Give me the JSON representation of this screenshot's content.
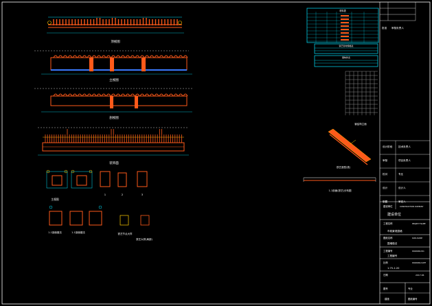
{
  "drawing": {
    "elevations": [
      {
        "caption": "顶视图"
      },
      {
        "caption": "立视图"
      },
      {
        "caption": "剖视图"
      },
      {
        "caption": "装饰面"
      }
    ],
    "details": {
      "row1_captions": [
        "主视图",
        "1",
        "2",
        "3"
      ],
      "row2_captions": [
        "1-1剖面做法",
        "1-1剖面做法",
        "铁艺节点大样",
        "铁艺大样(局部)"
      ],
      "section_right_caption": "1-1剖面(铁艺)分布图",
      "grid_caption": "钢结构立面",
      "iso_caption": "铁艺造型(铁)"
    },
    "table": {
      "title": "材料表",
      "sub1_title": "铁艺管材规格表",
      "sub2_title": "钢构件表"
    },
    "title_block": {
      "top_row": [
        "批准",
        "审核负责人"
      ],
      "rows": [
        {
          "label": "设计阶段",
          "value": "技术负责人"
        },
        {
          "label": "审核",
          "value": "项目负责人"
        },
        {
          "label": "校对",
          "value": "专业"
        },
        {
          "label": "设计",
          "value": "设计人"
        },
        {
          "label": "制图",
          "value": "审定人"
        }
      ],
      "client_label": "建设单位",
      "client_en": "CONSTRUCTION COMPANY",
      "client_name": "建设单位",
      "project_label": "工程名称",
      "project_en": "PROJECT NAME",
      "project_name": "市政景观围墙",
      "drawing_label": "图纸名称",
      "drawing_en": "DWG NAME",
      "drawing_name": "围墙做法",
      "dwgno_label": "工程编号",
      "dwgno_en": "DRAWING NO.",
      "dwgno_value": "工程编号",
      "scale_label": "比例",
      "scale_en": "DRAWING DATE",
      "scale_value": "1:75-1:20",
      "date_label": "日期",
      "date_value": "2017.06",
      "bottom": [
        "图号",
        "专业",
        "建施",
        "图纸编号"
      ]
    }
  }
}
